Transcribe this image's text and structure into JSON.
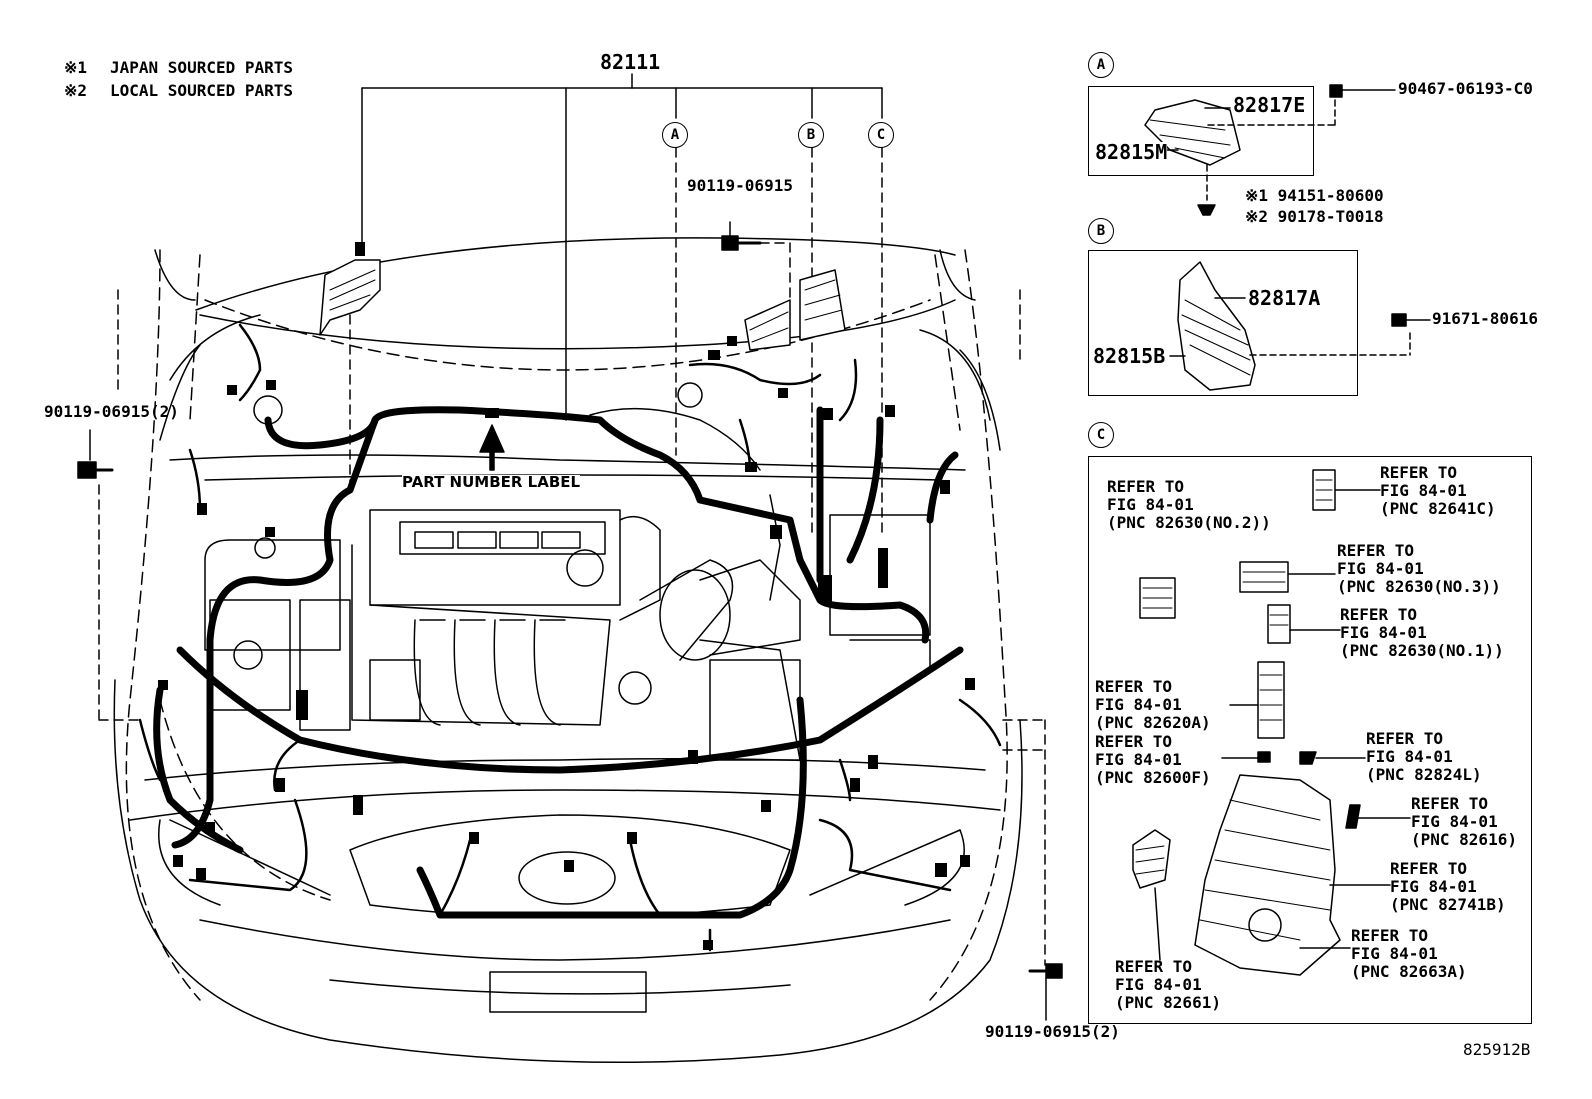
{
  "notes": [
    {
      "mark": "※1",
      "text": "JAPAN SOURCED PARTS"
    },
    {
      "mark": "※2",
      "text": "LOCAL SOURCED PARTS"
    }
  ],
  "main": {
    "part_number": "82111",
    "label_text": "PART NUMBER LABEL",
    "bolt_top": "90119-06915",
    "bolt_left": "90119-06915(2)",
    "bolt_right": "90119-06915(2)",
    "callouts": [
      "A",
      "B",
      "C"
    ]
  },
  "detail_a": {
    "marker": "A",
    "parts": [
      "82817E",
      "82815M"
    ],
    "bolt": "90467-06193-C0",
    "nut_japan": "※1 94151-80600",
    "nut_local": "※2 90178-T0018"
  },
  "detail_b": {
    "marker": "B",
    "parts": [
      "82817A",
      "82815B"
    ],
    "bolt": "91671-80616"
  },
  "detail_c": {
    "marker": "C",
    "refs": [
      {
        "line1": "REFER TO",
        "line2": "FIG 84-01",
        "line3": "(PNC 82630(NO.2))"
      },
      {
        "line1": "REFER TO",
        "line2": "FIG 84-01",
        "line3": "(PNC 82641C)"
      },
      {
        "line1": "REFER TO",
        "line2": "FIG 84-01",
        "line3": "(PNC 82630(NO.3))"
      },
      {
        "line1": "REFER TO",
        "line2": "FIG 84-01",
        "line3": "(PNC 82630(NO.1))"
      },
      {
        "line1": "REFER TO",
        "line2": "FIG 84-01",
        "line3": "(PNC 82620A)"
      },
      {
        "line1": "REFER TO",
        "line2": "FIG 84-01",
        "line3": "(PNC 82600F)"
      },
      {
        "line1": "REFER TO",
        "line2": "FIG 84-01",
        "line3": "(PNC 82824L)"
      },
      {
        "line1": "REFER TO",
        "line2": "FIG 84-01",
        "line3": "(PNC 82616)"
      },
      {
        "line1": "REFER TO",
        "line2": "FIG 84-01",
        "line3": "(PNC 82741B)"
      },
      {
        "line1": "REFER TO",
        "line2": "FIG 84-01",
        "line3": "(PNC 82663A)"
      },
      {
        "line1": "REFER TO",
        "line2": "FIG 84-01",
        "line3": "(PNC 82661)"
      }
    ]
  },
  "figure_id": "825912B"
}
